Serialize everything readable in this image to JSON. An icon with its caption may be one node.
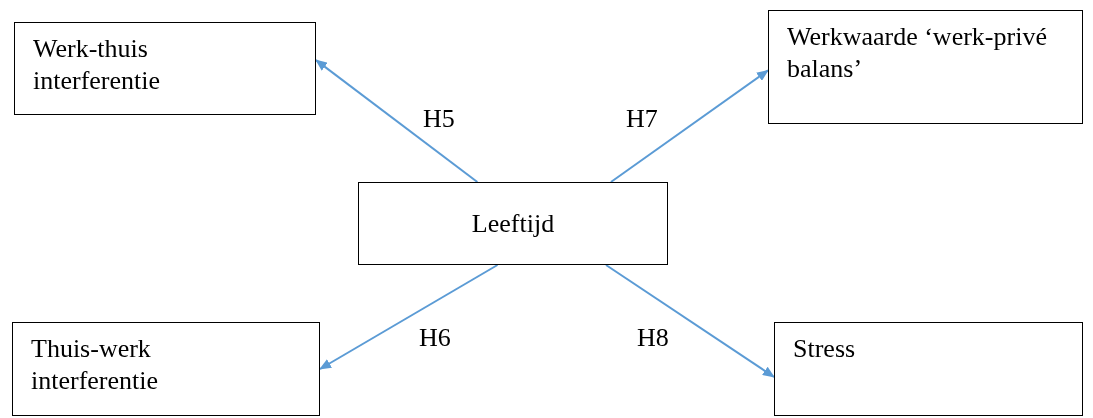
{
  "diagram": {
    "nodes": [
      {
        "text": [
          "Werk-thuis interferentie"
        ]
      },
      {
        "text": [
          "Werkwaarde ‘werk-privé balans’"
        ]
      },
      {
        "text": [
          "Leeftijd"
        ]
      },
      {
        "text": [
          "Thuis-werk interferentie"
        ]
      },
      {
        "text": [
          "Stress"
        ]
      }
    ],
    "edges": [
      {
        "from": 2,
        "to": 0,
        "arrow": "to",
        "label": "H5"
      },
      {
        "from": 2,
        "to": 1,
        "arrow": "to",
        "label": "H7"
      },
      {
        "from": 2,
        "to": 3,
        "arrow": "to",
        "label": "H6"
      },
      {
        "from": 2,
        "to": 4,
        "arrow": "to",
        "label": "H8"
      }
    ]
  }
}
